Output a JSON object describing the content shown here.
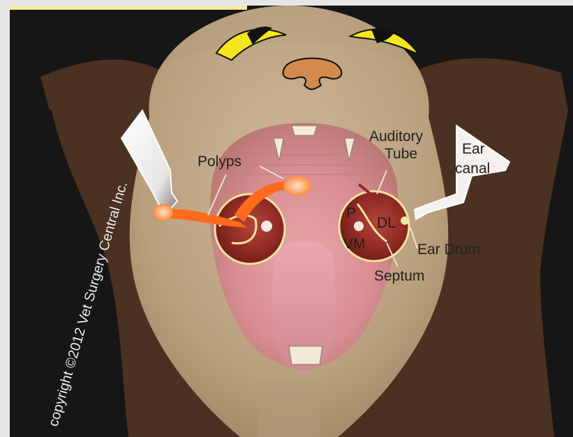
{
  "labels": {
    "polyps": "Polyps",
    "auditory_line1": "Auditory",
    "auditory_line2": "Tube",
    "ear_canal_line1": "Ear",
    "ear_canal_line2": "canal",
    "p": "P",
    "dl": "DL",
    "vm": "VM",
    "ear_drum": "Ear Drum",
    "septum": "Septum"
  },
  "copyright": "copyright ©2012 Vet Surgery Central Inc.",
  "colors": {
    "background_frame": "#e6e6e6",
    "xray_dark": "#161616",
    "fur_brown": "#4a3121",
    "skin_tan": "#c9b191",
    "bulla_red": "#8e2a24",
    "bulla_outline": "#f1e59e",
    "polyp_orange": "#ff6a1c",
    "eye_yellow": "#f6e51a",
    "nose_orange": "#d48a4c",
    "ear_canal_white": "#f4f1ee"
  }
}
